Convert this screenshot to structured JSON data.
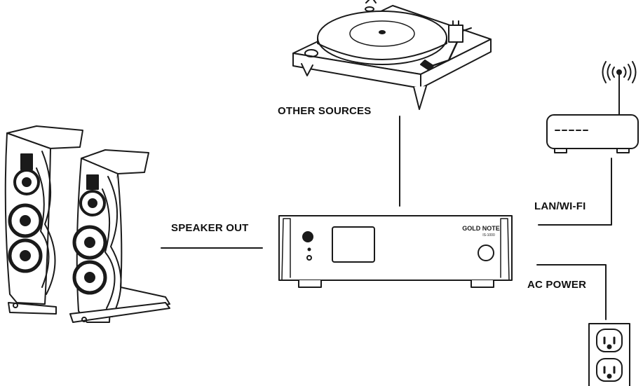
{
  "labels": {
    "other_sources": "OTHER SOURCES",
    "speaker_out": "SPEAKER OUT",
    "lan_wifi": "LAN/WI-FI",
    "ac_power": "AC POWER"
  },
  "amplifier": {
    "brand": "GOLD NOTE",
    "model": "IS-1000"
  },
  "colors": {
    "line": "#1a1a1a",
    "background": "#ffffff"
  }
}
